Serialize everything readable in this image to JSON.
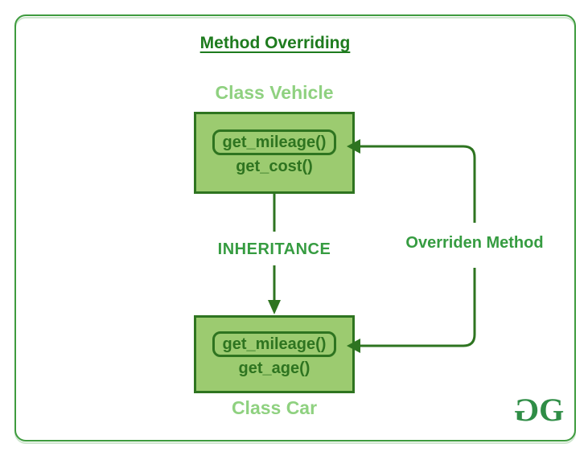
{
  "colors": {
    "background": "#FFFFFF",
    "frame_green": "#3E9B3E",
    "frame_shadow_green": "#CFE6CF",
    "box_fill": "#9CCB70",
    "dark_green": "#2E7420",
    "title_green": "#1E7B1E",
    "class_label_green": "#8FD180",
    "label_green": "#369C41",
    "logo_green": "#2F8D46"
  },
  "title": "Method Overriding",
  "vehicle": {
    "label": "Class Vehicle",
    "overridden_method": "get_mileage()",
    "other_method": "get_cost()"
  },
  "car": {
    "label": "Class Car",
    "overridden_method": "get_mileage()",
    "other_method": "get_age()"
  },
  "labels": {
    "inheritance": "INHERITANCE",
    "override": "Overriden Method"
  },
  "logo": {
    "first": "G",
    "second": "G"
  }
}
